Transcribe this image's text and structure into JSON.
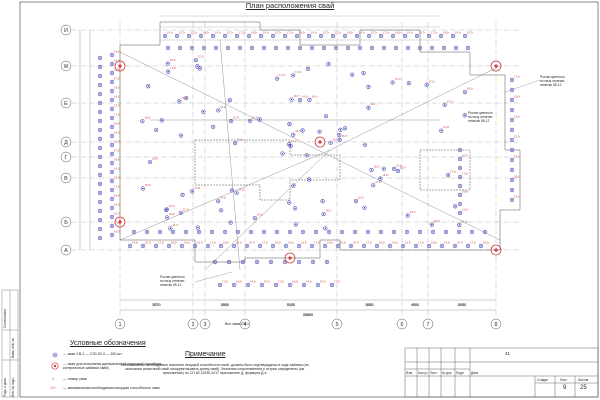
{
  "title": "План расположения свай",
  "axes_vertical": [
    "И",
    "Ж",
    "Е",
    "Д",
    "Г",
    "В",
    "Б",
    "А"
  ],
  "axes_horizontal": [
    "1",
    "2",
    "3",
    "4",
    "5",
    "6",
    "7",
    "8"
  ],
  "bottom_dims": [
    "5570",
    "3950",
    "5150",
    "3950",
    "4900",
    "3050"
  ],
  "total_dim": "23600",
  "total_label": "Все сваи СВ-1",
  "callouts": [
    "Ростки цветного\nпо низу отметки\nотметки 55-12",
    "Ростки цветного\nпо низу отметки\nотметки 55-12",
    "Ростки цветного\nпо низу отметки\nотметки 55-12"
  ],
  "pile_labels": [
    "16,0т",
    "16,8т",
    "14,1т",
    "16,5т",
    "15,7т",
    "13,9т",
    "17,2т",
    "16,7т"
  ],
  "legend": {
    "title": "Условные обозначения",
    "rows": [
      "— сваи СВ-1 — С30.30-3 — 150 шт.",
      "— сваи для испытания динамической нагрузкой (прообраз контрольные забивки свай)",
      "— номер сваи",
      "— минимальная необходимая несущая способность сваи"
    ]
  },
  "notes": {
    "title": "Примечание",
    "body": "Минимальные необходимые значения несущей способности свай, должны быть подтверждены в ходе забивки (по окончании испытаний свай откорректировать длину свай). Значения сопротивления у острия определены (см. приложение) по СП 45.13330.2017 приложение Д, формула Д.4."
  },
  "stamp": {
    "code": "41",
    "heads": [
      "Изм",
      "Кол.уч",
      "Лист",
      "№ док",
      "Подп",
      "Дата"
    ],
    "stage_head": "Стадия",
    "sheet_head": "Лист",
    "sheets_head": "Листов",
    "sheet_no": "9",
    "sheets_total": "25"
  },
  "side_labels": [
    "Согласовано",
    "Инв. № подл.",
    "Подп. и дата",
    "Взам. инв. №"
  ]
}
